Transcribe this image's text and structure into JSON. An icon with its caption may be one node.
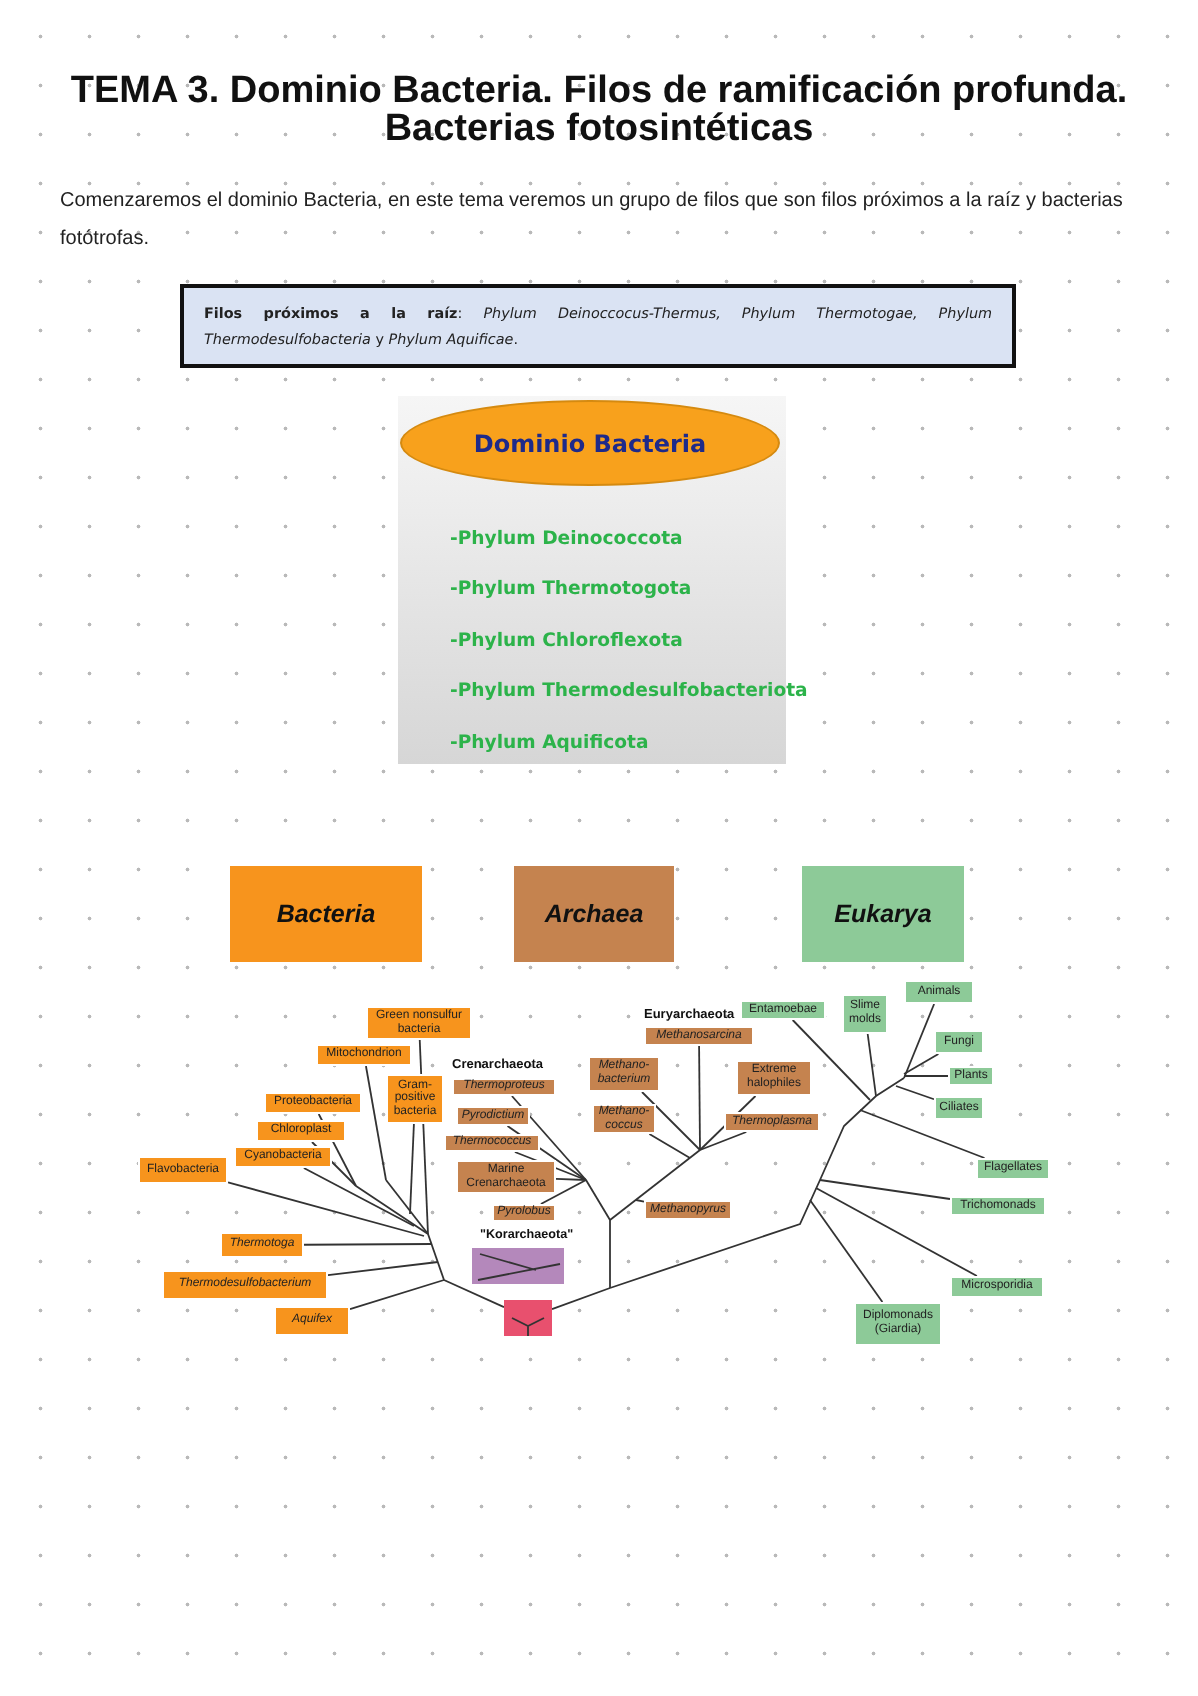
{
  "diagram": {
    "title": "TEMA 3. Dominio Bacteria. Filos de ramificación profunda. Bacterias fotosintéticas",
    "nodes": [
      {
        "text": [
          "**Filos próximos a la raíz**: *Phylum Deinoccocus-Thermus, Phylum Thermotogae, Phylum Thermodesulfobacteria* y *Phylum Aquificae*."
        ]
      },
      {
        "text": [
          "-Phylum Deinococcota",
          "-Phylum Thermotogota",
          "-Phylum Chloroflexota",
          "-Phylum Thermodesulfobacteriota",
          "-Phylum Aquificota"
        ]
      },
      {
        "text": [
          "Dominio Bacteria"
        ],
        "in": 1
      },
      {
        "text": [
          "Bacteria"
        ]
      },
      {
        "text": [
          "Archaea"
        ]
      },
      {
        "text": [
          "Eukarya"
        ]
      },
      {
        "text": [
          "Green nonsulfur bacteria"
        ]
      },
      {
        "text": [
          "Mitochondrion"
        ]
      },
      {
        "text": [
          "Gram- positive bacteria"
        ]
      },
      {
        "text": [
          "Proteobacteria"
        ]
      },
      {
        "text": [
          "Chloroplast"
        ]
      },
      {
        "text": [
          "Cyanobacteria"
        ]
      },
      {
        "text": [
          "Flavobacteria"
        ]
      },
      {
        "text": [
          "Thermotoga"
        ]
      },
      {
        "text": [
          "Thermodesulfobacterium"
        ]
      },
      {
        "text": [
          "Aquifex"
        ]
      },
      {
        "text": [
          "Thermoproteus"
        ]
      },
      {
        "text": [
          "Methano- bacterium"
        ]
      },
      {
        "text": [
          "Pyrodictium"
        ]
      },
      {
        "text": [
          "Methano- coccus"
        ]
      },
      {
        "text": [
          "Thermococcus"
        ]
      },
      {
        "text": [
          "Marine Crenarchaeota"
        ]
      },
      {
        "text": [
          "Pyrolobus"
        ]
      },
      {
        "text": [
          "Methanosarcina"
        ]
      },
      {
        "text": [
          "Extreme halophiles"
        ]
      },
      {
        "text": [
          "Thermoplasma"
        ]
      },
      {
        "text": [
          "Methanopyrus"
        ]
      },
      {
        "text": [
          "\"Korarchaeota\""
        ]
      },
      {
        "text": [],
        "shape": "box"
      },
      {
        "text": [
          "Entamoebae"
        ]
      },
      {
        "text": [
          "Slime molds"
        ]
      },
      {
        "text": [
          "Animals"
        ]
      },
      {
        "text": [
          "Fungi"
        ]
      },
      {
        "text": [
          "Plants"
        ]
      },
      {
        "text": [
          "Ciliates"
        ]
      },
      {
        "text": [
          "Flagellates"
        ]
      },
      {
        "text": [
          "Trichomonads"
        ]
      },
      {
        "text": [
          "Microsporidia"
        ]
      },
      {
        "text": [
          "Diplomonads (Giardia)"
        ]
      }
    ],
    "edges": [
      {
        "from": 6,
        "to": null,
        "arrow": "none"
      },
      {
        "from": 7,
        "to": null,
        "arrow": "none"
      },
      {
        "from": 8,
        "to": null,
        "arrow": "none"
      },
      {
        "from": 9,
        "to": null,
        "arrow": "none"
      },
      {
        "from": 10,
        "to": null,
        "arrow": "none"
      },
      {
        "from": 11,
        "to": null,
        "arrow": "none"
      },
      {
        "from": 12,
        "to": null,
        "arrow": "none"
      },
      {
        "from": 13,
        "to": null,
        "arrow": "none"
      },
      {
        "from": 14,
        "to": null,
        "arrow": "none"
      },
      {
        "from": 15,
        "to": null,
        "arrow": "none"
      },
      {
        "from": 16,
        "to": null,
        "arrow": "none"
      },
      {
        "from": 17,
        "to": null,
        "arrow": "none"
      },
      {
        "from": 18,
        "to": null,
        "arrow": "none"
      },
      {
        "from": 19,
        "to": null,
        "arrow": "none"
      },
      {
        "from": 20,
        "to": null,
        "arrow": "none"
      },
      {
        "from": 21,
        "to": null,
        "arrow": "none"
      },
      {
        "from": 22,
        "to": null,
        "arrow": "none"
      },
      {
        "from": 23,
        "to": null,
        "arrow": "none"
      },
      {
        "from": 24,
        "to": null,
        "arrow": "none"
      },
      {
        "from": 25,
        "to": null,
        "arrow": "none"
      },
      {
        "from": 26,
        "to": null,
        "arrow": "none"
      },
      {
        "from": 28,
        "to": null,
        "arrow": "none"
      },
      {
        "from": 28,
        "to": null,
        "arrow": "none"
      },
      {
        "from": 29,
        "to": null,
        "arrow": "none"
      },
      {
        "from": 30,
        "to": null,
        "arrow": "none"
      },
      {
        "from": 31,
        "to": null,
        "arrow": "none"
      },
      {
        "from": 32,
        "to": null,
        "arrow": "none"
      },
      {
        "from": 33,
        "to": null,
        "arrow": "none"
      },
      {
        "from": 34,
        "to": null,
        "arrow": "none"
      },
      {
        "from": 35,
        "to": null,
        "arrow": "none"
      },
      {
        "from": 36,
        "to": null,
        "arrow": "none"
      },
      {
        "from": 37,
        "to": null,
        "arrow": "none"
      },
      {
        "from": 38,
        "to": null,
        "arrow": "none"
      }
    ],
    "labels": [
      "Comenzaremos el dominio Bacteria, en este tema veremos un grupo de filos que son filos próximos a la raíz y bacterias fotótrofas.",
      "Crenarchaeota",
      "Euryarchaeota"
    ]
  }
}
